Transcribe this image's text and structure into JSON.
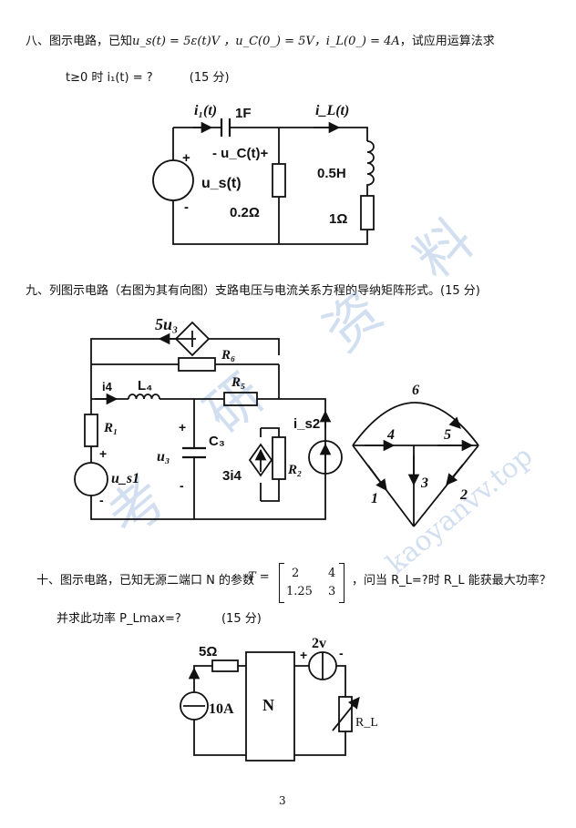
{
  "q8": {
    "line1_prefix": "八、图示电路，已知",
    "line1_formula": "u_s(t) = 5ε(t)V ，u_C(0_) = 5V，i_L(0_) = 4A",
    "line1_suffix": "，试应用运算法求",
    "line2": "t≥0 时 i₁(t) = ?",
    "points": "(15 分)",
    "circuit": {
      "i1": "i₁(t)",
      "cap": "1F",
      "uc": "- u_C(t)+",
      "us": "u_s(t)",
      "plus": "+",
      "minus": "-",
      "res1": "0.2Ω",
      "iL": "i_L(t)",
      "ind": "0.5H",
      "res2": "1Ω"
    }
  },
  "q9": {
    "text": "九、列图示电路（右图为其有向图）支路电压与电流关系方程的导纳矩阵形式。(15 分)",
    "circuit": {
      "src5u3": "5u₃",
      "R6": "R₆",
      "i4": "i4",
      "L4": "L₄",
      "R5": "R₅",
      "R1": "R₁",
      "plus": "+",
      "minus": "-",
      "us1": "u_s1",
      "u3": "u₃",
      "C3": "C₃",
      "src3i4": "3i4",
      "is2": "i_s2",
      "R2": "R₂"
    },
    "graph": {
      "b6": "6",
      "b4": "4",
      "b5": "5",
      "b1": "1",
      "b3": "3",
      "b2": "2"
    }
  },
  "q10": {
    "prefix": "十、图示电路，已知无源二端口 N 的参数",
    "T_label": "T =",
    "matrix": [
      "2",
      "4",
      "1.25",
      "3"
    ],
    "suffix": "，问当 R_L=?时 R_L 能获最大功率？",
    "line2": "并求此功率 P_Lmax=?",
    "points": "(15 分)",
    "circuit": {
      "R": "5Ω",
      "src": "10A",
      "N": "N",
      "v": "2v",
      "plus": "+",
      "minus": "-",
      "RL": "R_L"
    }
  },
  "page_number": "3",
  "watermark": {
    "chars": [
      "考",
      "研",
      "资",
      "料"
    ],
    "url": "kaoyanvv.top"
  }
}
